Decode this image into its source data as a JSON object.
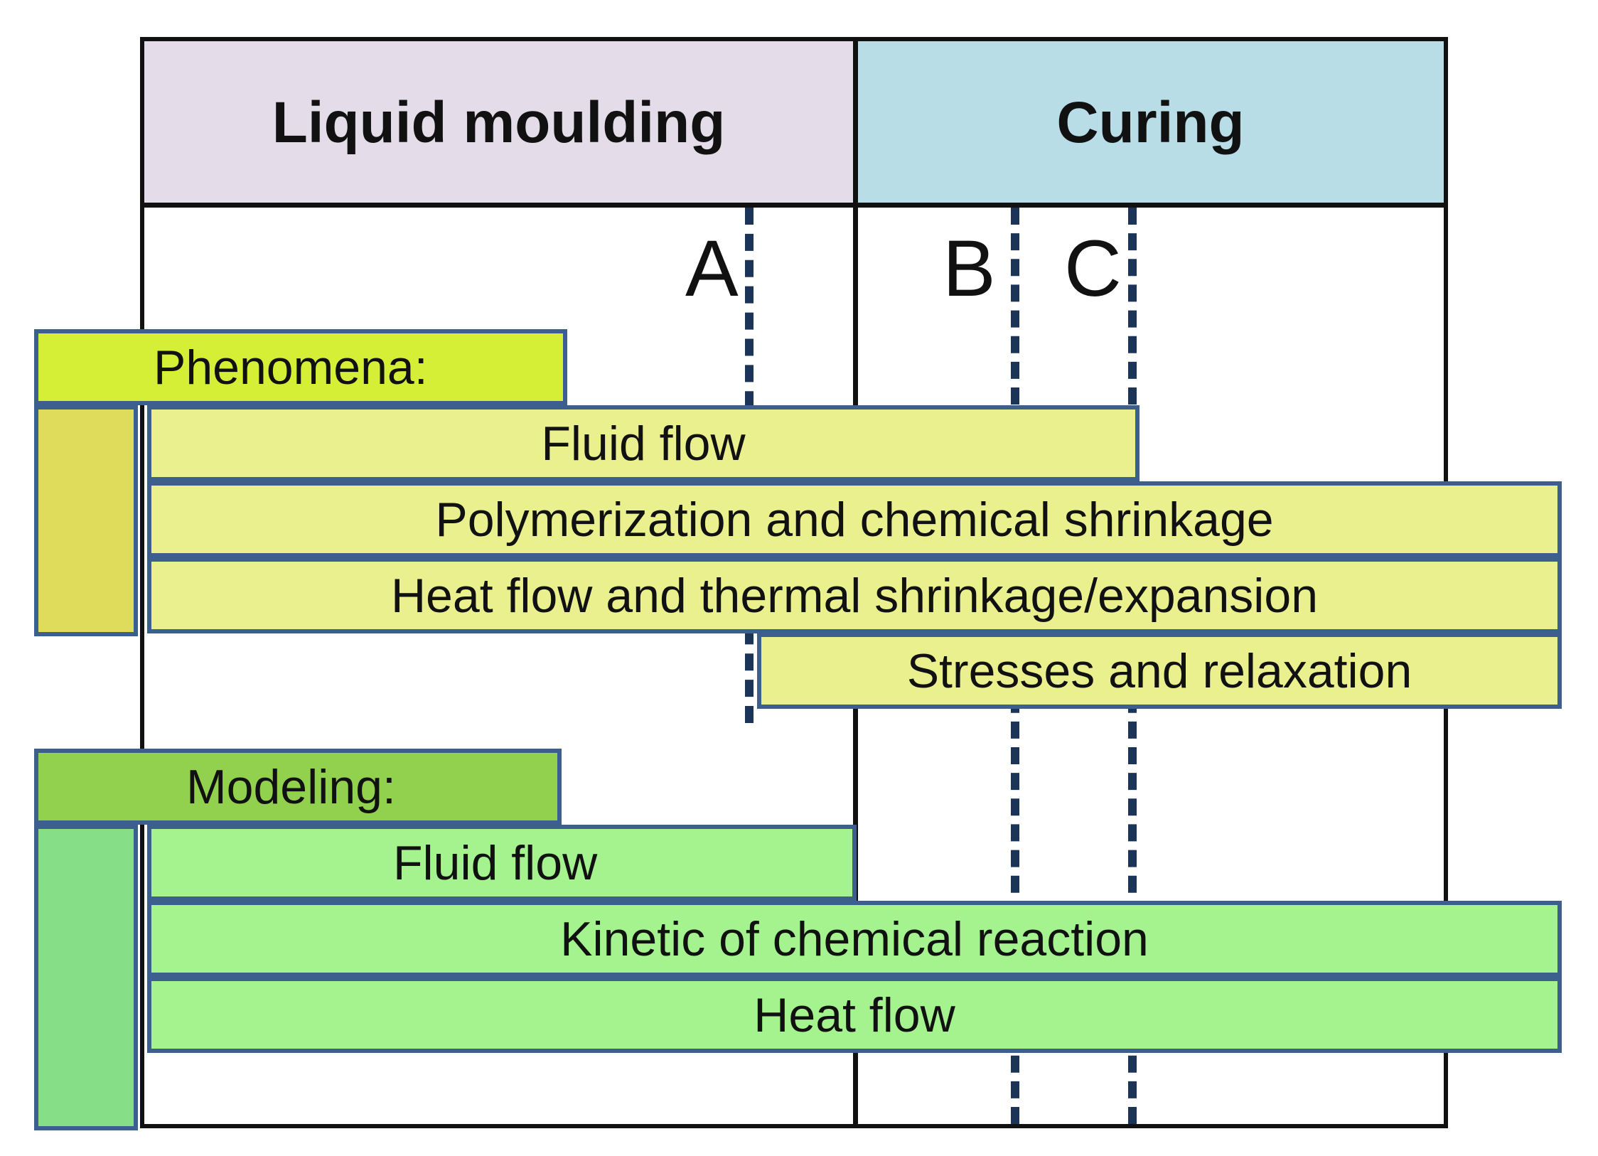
{
  "phases": {
    "left": "Liquid moulding",
    "right": "Curing"
  },
  "markers": {
    "a": "A",
    "b": "B",
    "c": "C"
  },
  "phenomena": {
    "label": "Phenomena:",
    "items": [
      "Fluid flow",
      "Polymerization and chemical shrinkage",
      "Heat flow and thermal shrinkage/expansion",
      "Stresses and relaxation"
    ]
  },
  "modeling": {
    "label": "Modeling:",
    "items": [
      "Fluid flow",
      "Kinetic of chemical reaction",
      "Heat flow"
    ]
  },
  "colors": {
    "header_left": "#e4dde9",
    "header_right": "#b8dde7",
    "phenomena_label": "#d4ef36",
    "phenomena_bar": "#eaf08e",
    "modeling_label": "#92d14e",
    "modeling_bar": "#a4f38f",
    "bar_border": "#3c5f8d",
    "dashed_line": "#1c3457"
  }
}
